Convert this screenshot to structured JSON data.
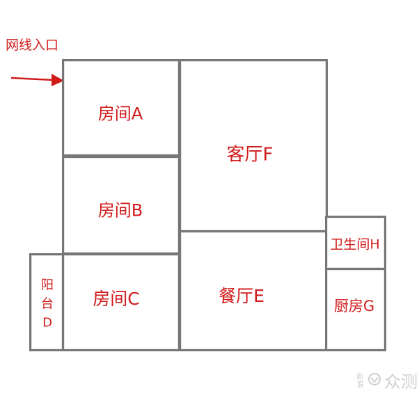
{
  "entry": {
    "label": "网线入口"
  },
  "rooms": {
    "room_a": {
      "label": "房间A"
    },
    "room_b": {
      "label": "房间B"
    },
    "room_c": {
      "label": "房间C"
    },
    "balcony": {
      "label_chars": [
        "阳",
        "台",
        "D"
      ]
    },
    "living": {
      "label": "客厅F"
    },
    "dining": {
      "label": "餐厅E"
    },
    "bathroom": {
      "label": "卫生间H"
    },
    "kitchen": {
      "label": "厨房G"
    }
  },
  "watermark": {
    "small": "新浪",
    "big": "众测"
  },
  "colors": {
    "label": "#d11a1a",
    "wall": "#767676",
    "arrow": "#d11a1a",
    "watermark": "#cfcfcf"
  }
}
